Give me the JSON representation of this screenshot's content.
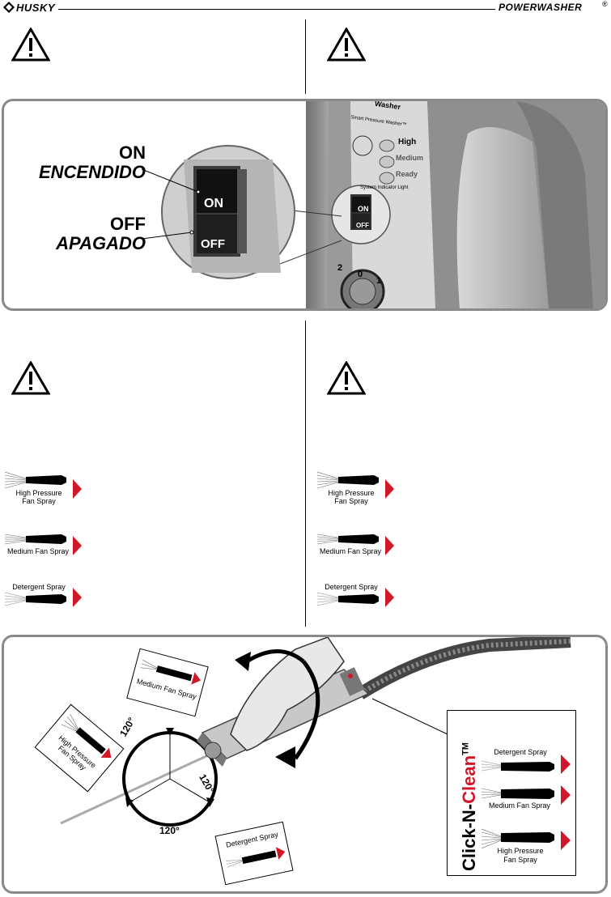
{
  "header": {
    "brand": "HUSKY",
    "product": "POWERWASHER",
    "registered": "®"
  },
  "switch_figure": {
    "on_label": "ON",
    "on_label_es": "ENCENDIDO",
    "off_label": "OFF",
    "off_label_es": "APAGADO",
    "switch_on_text": "ON",
    "switch_off_text": "OFF",
    "panel_texts": {
      "brand_fragment": "Washer",
      "smart_pressure": "Smart Pressure Washer™",
      "high": "High",
      "medium": "Medium",
      "ready": "Ready",
      "indicator": "System Indicator Light",
      "dial_2": "2",
      "dial_0": "0",
      "dial_1": "1"
    }
  },
  "nozzle_lists": [
    {
      "items": [
        {
          "label": "High Pressure Fan Spray",
          "line1": "High Pressure",
          "line2": "Fan Spray"
        },
        {
          "label": "Medium Fan Spray",
          "line1": "Medium Fan Spray",
          "line2": ""
        },
        {
          "label": "Detergent Spray",
          "line1": "Detergent Spray",
          "line2": ""
        }
      ]
    },
    {
      "items": [
        {
          "label": "High Pressure Fan Spray",
          "line1": "High Pressure",
          "line2": "Fan Spray"
        },
        {
          "label": "Medium Fan Spray",
          "line1": "Medium Fan Spray",
          "line2": ""
        },
        {
          "label": "Detergent Spray",
          "line1": "Detergent Spray",
          "line2": ""
        }
      ]
    }
  ],
  "rotation_figure": {
    "angle_label": "120°",
    "card_medium": "Medium Fan Spray",
    "card_high_line1": "High Pressure",
    "card_high_line2": "Fan Spray",
    "card_detergent": "Detergent Spray",
    "cnc_title_part1": "Click-N-",
    "cnc_title_part2": "Clean",
    "cnc_tm": "TM",
    "cnc_items": [
      {
        "line1": "Detergent Spray",
        "line2": ""
      },
      {
        "line1": "Medium Fan Spray",
        "line2": ""
      },
      {
        "line1": "High Pressure",
        "line2": "Fan Spray"
      }
    ]
  },
  "colors": {
    "accent_red": "#d0182b",
    "panel_border": "#8a8a8a"
  }
}
